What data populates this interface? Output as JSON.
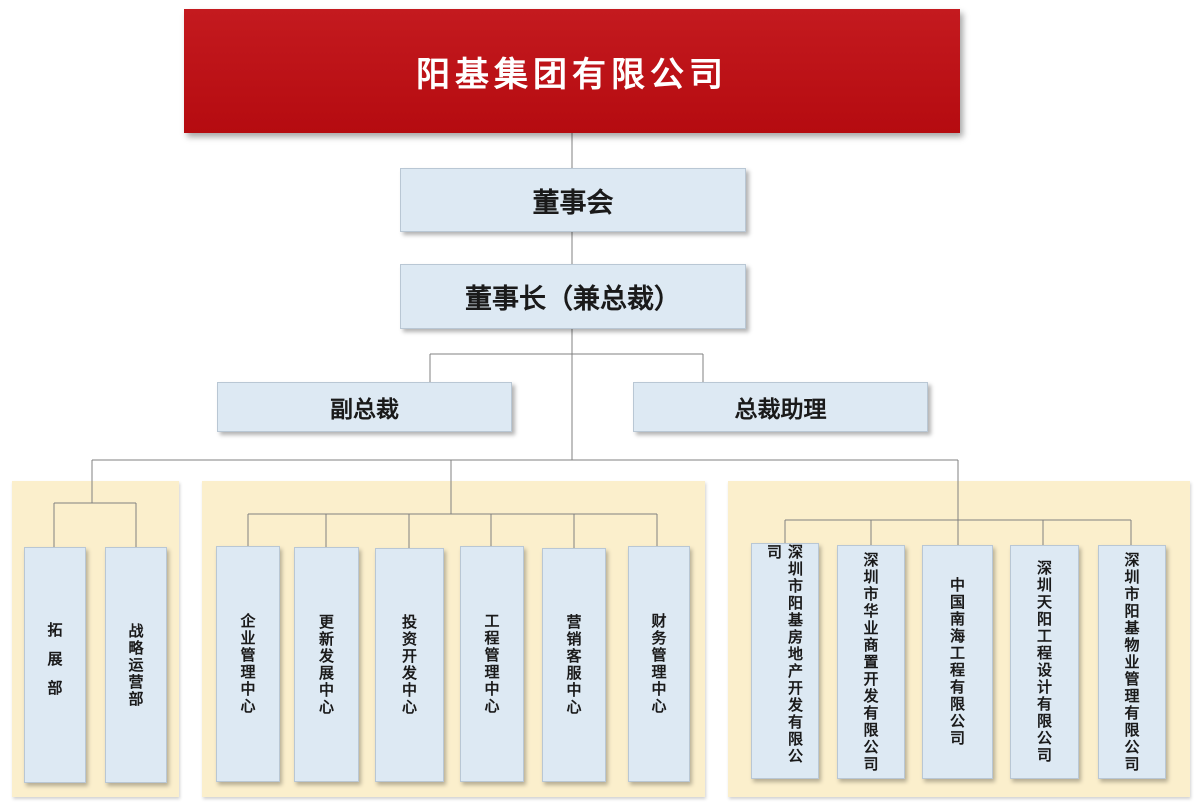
{
  "company": "阳基集团有限公司",
  "board": "董事会",
  "chairman": "董事长（兼总裁）",
  "vice_president": "副总裁",
  "president_assistant": "总裁助理",
  "groups": [
    {
      "units": [
        "拓展部",
        "战略运营部"
      ]
    },
    {
      "units": [
        "企业管理中心",
        "更新发展中心",
        "投资开发中心",
        "工程管理中心",
        "营销客服中心",
        "财务管理中心"
      ]
    },
    {
      "units": [
        "深圳市阳基房地产开发有限公司",
        "深圳市华业商置开发有限公司",
        "中国南海工程有限公司",
        "深圳天阳工程设计有限公司",
        "深圳市阳基物业管理有限公司"
      ]
    }
  ],
  "colors": {
    "root_fill": "#be1117",
    "box_fill": "#dde9f3",
    "group_fill": "#fbefcc",
    "connector": "#808080"
  }
}
